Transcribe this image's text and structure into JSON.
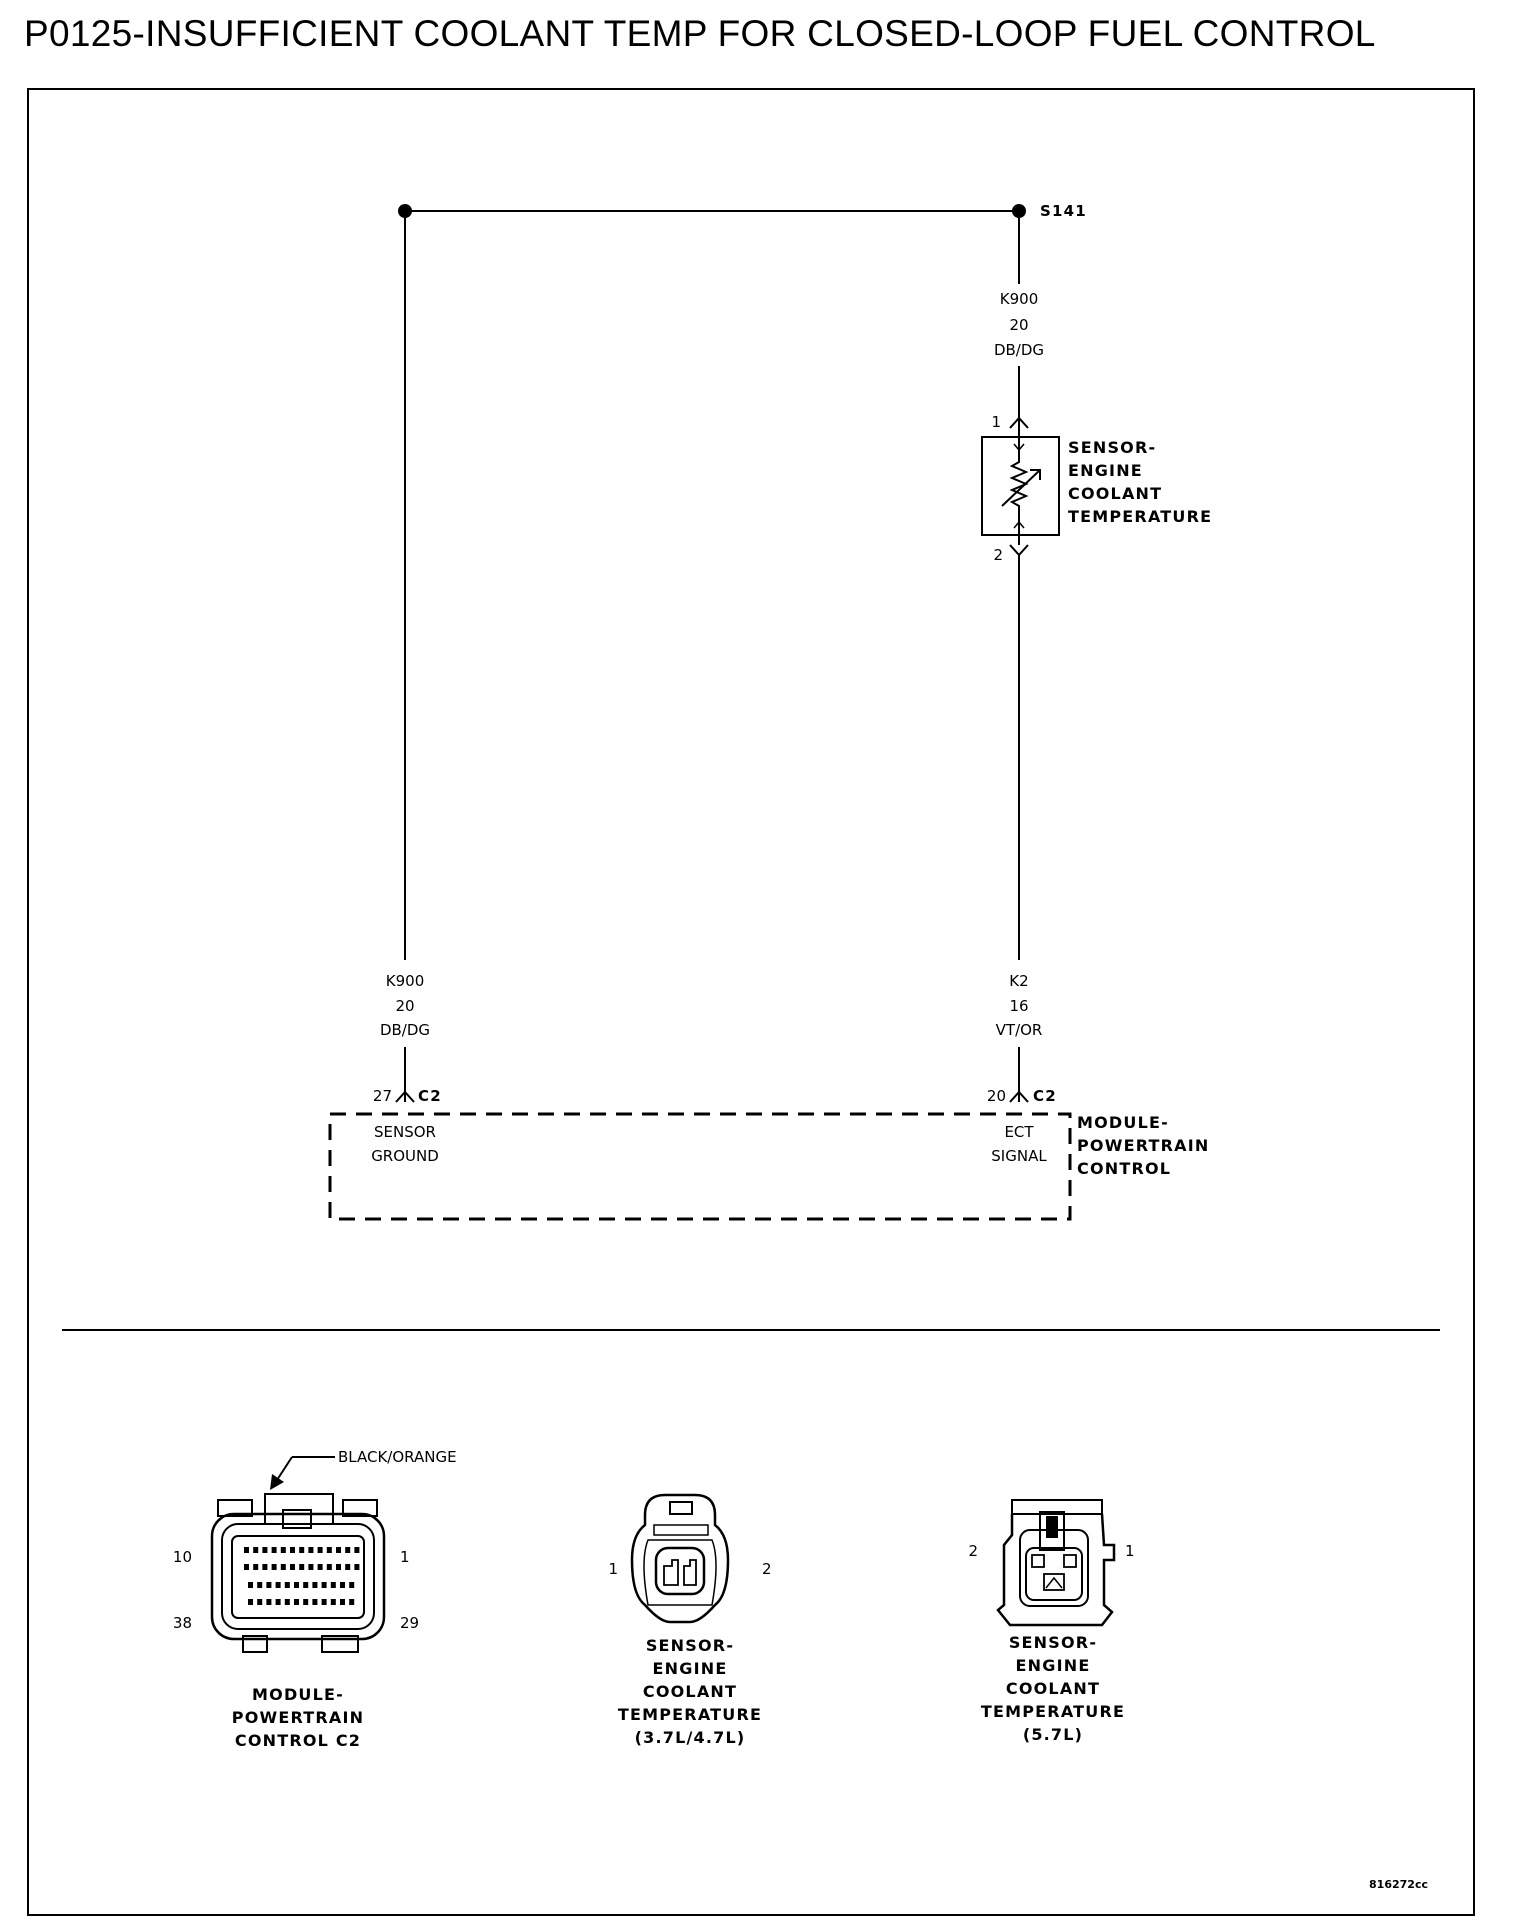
{
  "title": "P0125-INSUFFICIENT COOLANT TEMP FOR CLOSED-LOOP FUEL CONTROL",
  "splice": {
    "id": "S141"
  },
  "wire_top": {
    "circuit": "K900",
    "gauge": "20",
    "color": "DB/DG"
  },
  "sensor": {
    "pin_top": "1",
    "pin_bottom": "2",
    "label": [
      "SENSOR-",
      "ENGINE",
      "COOLANT",
      "TEMPERATURE"
    ]
  },
  "wire_left": {
    "circuit": "K900",
    "gauge": "20",
    "color": "DB/DG"
  },
  "wire_right": {
    "circuit": "K2",
    "gauge": "16",
    "color": "VT/OR"
  },
  "pcm": {
    "left_pin": "27",
    "left_connector": "C2",
    "left_function": [
      "SENSOR",
      "GROUND"
    ],
    "right_pin": "20",
    "right_connector": "C2",
    "right_function": [
      "ECT",
      "SIGNAL"
    ],
    "label": [
      "MODULE-",
      "POWERTRAIN",
      "CONTROL"
    ]
  },
  "connectors": [
    {
      "callout": "BLACK/ORANGE",
      "pins": {
        "top_left": "10",
        "top_right": "1",
        "bottom_left": "38",
        "bottom_right": "29"
      },
      "caption": [
        "MODULE-",
        "POWERTRAIN",
        "CONTROL C2"
      ]
    },
    {
      "pins": {
        "left": "1",
        "right": "2"
      },
      "caption": [
        "SENSOR-",
        "ENGINE",
        "COOLANT",
        "TEMPERATURE",
        "(3.7L/4.7L)"
      ]
    },
    {
      "pins": {
        "left": "2",
        "right": "1"
      },
      "caption": [
        "SENSOR-",
        "ENGINE",
        "COOLANT",
        "TEMPERATURE",
        "(5.7L)"
      ]
    }
  ],
  "figure_code": "816272cc"
}
